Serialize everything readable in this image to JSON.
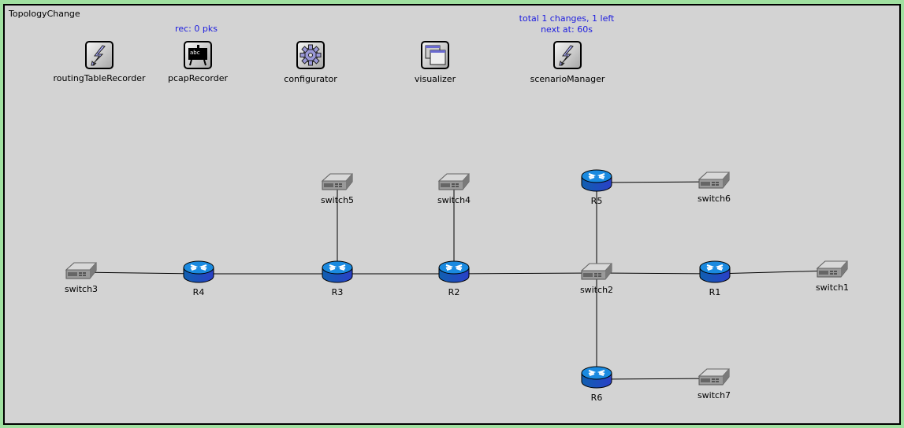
{
  "network": {
    "title": "TopologyChange"
  },
  "modules": [
    {
      "id": "routingTableRecorder",
      "label": "routingTableRecorder",
      "icon": "lightning-icon",
      "status": ""
    },
    {
      "id": "pcapRecorder",
      "label": "pcapRecorder",
      "icon": "blackboard-icon",
      "status": "rec: 0 pks"
    },
    {
      "id": "configurator",
      "label": "configurator",
      "icon": "gear-icon",
      "status": ""
    },
    {
      "id": "visualizer",
      "label": "visualizer",
      "icon": "windows-icon",
      "status": ""
    },
    {
      "id": "scenarioManager",
      "label": "scenarioManager",
      "icon": "lightning-icon",
      "status_lines": [
        "total 1 changes, 1 left",
        "next at: 60s"
      ]
    }
  ],
  "nodes": [
    {
      "id": "switch3",
      "label": "switch3",
      "type": "switch"
    },
    {
      "id": "R4",
      "label": "R4",
      "type": "router"
    },
    {
      "id": "R3",
      "label": "R3",
      "type": "router"
    },
    {
      "id": "switch5",
      "label": "switch5",
      "type": "switch"
    },
    {
      "id": "R2",
      "label": "R2",
      "type": "router"
    },
    {
      "id": "switch4",
      "label": "switch4",
      "type": "switch"
    },
    {
      "id": "switch2",
      "label": "switch2",
      "type": "switch"
    },
    {
      "id": "R5",
      "label": "R5",
      "type": "router"
    },
    {
      "id": "switch6",
      "label": "switch6",
      "type": "switch"
    },
    {
      "id": "R1",
      "label": "R1",
      "type": "router"
    },
    {
      "id": "switch1",
      "label": "switch1",
      "type": "switch"
    },
    {
      "id": "R6",
      "label": "R6",
      "type": "router"
    },
    {
      "id": "switch7",
      "label": "switch7",
      "type": "switch"
    }
  ],
  "links": [
    [
      "switch3",
      "R4"
    ],
    [
      "R4",
      "R3"
    ],
    [
      "R3",
      "switch5"
    ],
    [
      "R3",
      "R2"
    ],
    [
      "R2",
      "switch4"
    ],
    [
      "R2",
      "switch2"
    ],
    [
      "switch2",
      "R5"
    ],
    [
      "R5",
      "switch6"
    ],
    [
      "switch2",
      "R1"
    ],
    [
      "R1",
      "switch1"
    ],
    [
      "switch2",
      "R6"
    ],
    [
      "R6",
      "switch7"
    ]
  ],
  "colors": {
    "background": "#d3d3d3",
    "frame": "#a0e0a0",
    "status_text": "#1c1cdf",
    "router": "#1a73c8"
  }
}
